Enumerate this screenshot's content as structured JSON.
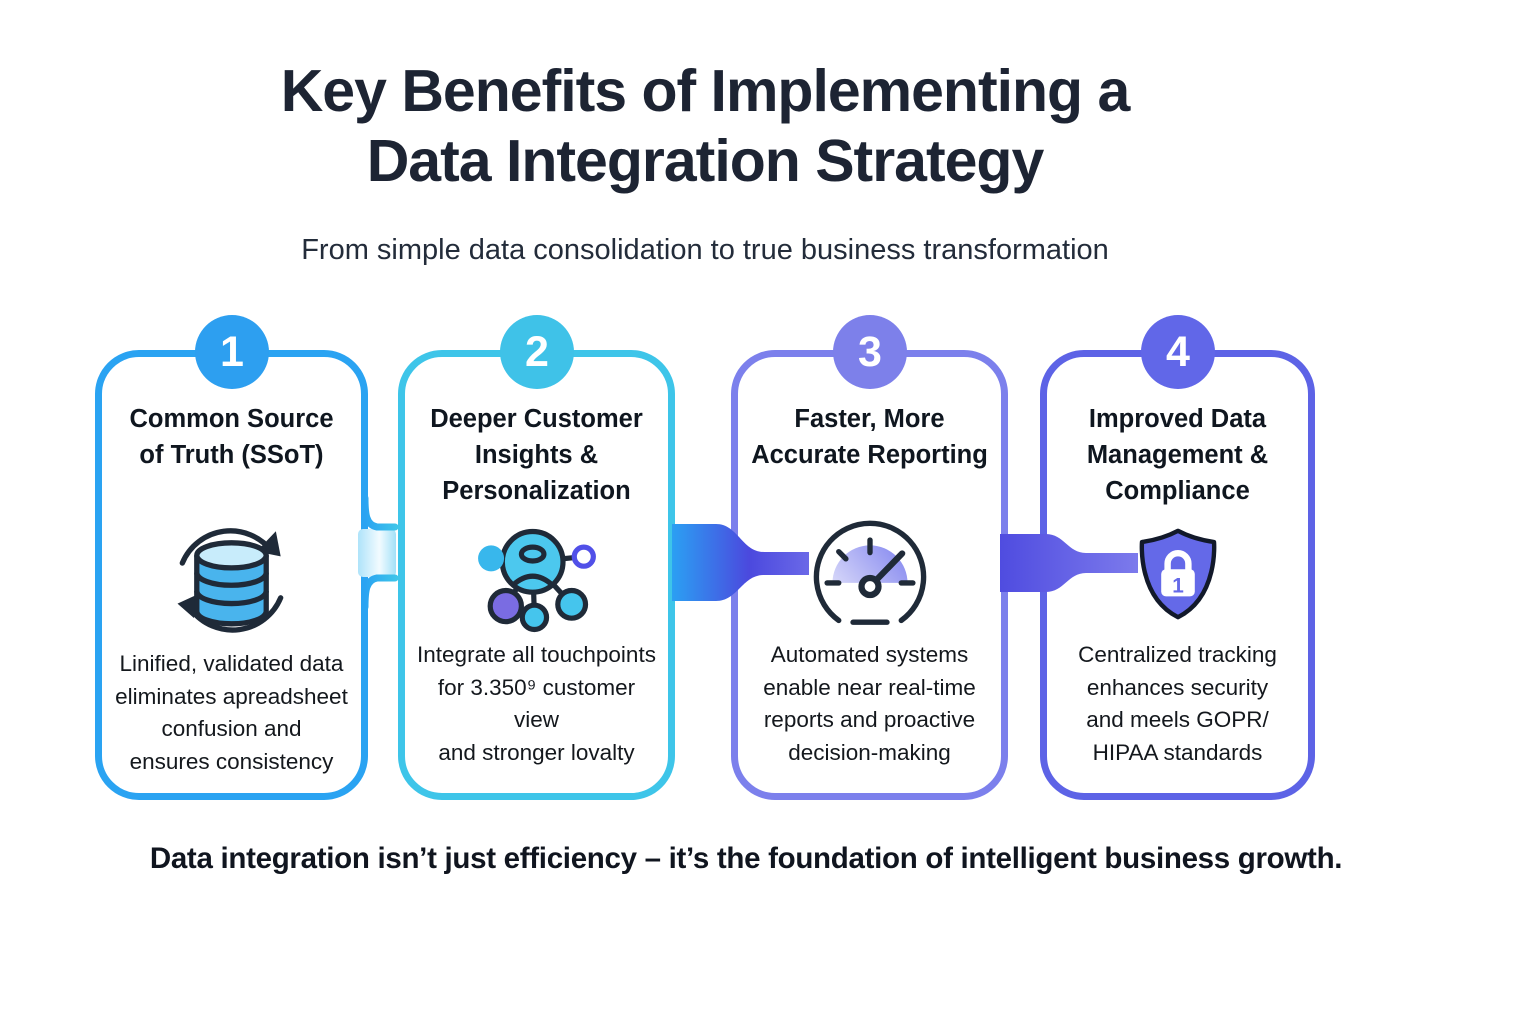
{
  "header": {
    "title": "Key Benefits of Implementing a\nData Integration Strategy",
    "subtitle": "From simple data consolidation to true business transformation"
  },
  "cards": [
    {
      "number": "1",
      "title": "Common Source\nof Truth (SSoT)",
      "icon": "database-sync-icon",
      "description": "Linified, validated data\neliminates apreadsheet\nconfusion and\nensures consistency",
      "accent_color": "#2aa3f2",
      "badge_color": "#2d9ff0"
    },
    {
      "number": "2",
      "title": "Deeper Customer\nInsights &\nPersonalization",
      "icon": "customer-network-icon",
      "description": "Integrate all touchpoints\nfor 3.350⁹ customer view\nand stronger lovalty",
      "accent_color": "#3ec5e9",
      "badge_color": "#3fc2e8"
    },
    {
      "number": "3",
      "title": "Faster, More\nAccurate Reporting",
      "icon": "speedometer-icon",
      "description": "Automated systems\nenable near real-time\nreports and proactive\ndecision-making",
      "accent_color": "#7c80ec",
      "badge_color": "#7d80ea"
    },
    {
      "number": "4",
      "title": "Improved Data\nManagement &\nCompliance",
      "icon": "shield-lock-icon",
      "lock_digit": "1",
      "description": "Centralized tracking\nenhances security\nand meels GOPR/\nHIPAA standards",
      "accent_color": "#5d63e6",
      "badge_color": "#6167e8"
    }
  ],
  "connectors": {
    "blue_start": "#2ba0f3",
    "indigo_mid": "#4b49de",
    "periwinkle_end": "#7d7bec",
    "light_glow": "#bfe9fb"
  },
  "footer": {
    "statement": "Data integration isn’t just efficiency – it’s the foundation of intelligent business growth."
  }
}
